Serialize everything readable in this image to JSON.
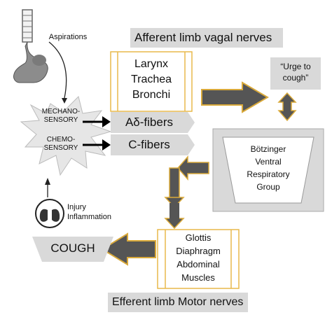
{
  "sources": {
    "aspirations": "Aspirations",
    "injury": "Injury",
    "inflammation": "Inflammation"
  },
  "receptors": {
    "mechano_line1": "MECHANO-",
    "mechano_line2": "SENSORY",
    "chemo_line1": "CHEMO-",
    "chemo_line2": "SENSORY"
  },
  "afferent": {
    "title": "Afferent limb vagal nerves",
    "organs": [
      "Larynx",
      "Trachea",
      "Bronchi"
    ],
    "fiber_a": "Aδ-fibers",
    "fiber_c": "C-fibers"
  },
  "urge": {
    "line1": "“Urge to",
    "line2": "cough”"
  },
  "center": {
    "lines": [
      "Bötzinger",
      "Ventral",
      "Respiratory",
      "Group"
    ]
  },
  "efferent": {
    "muscles": [
      "Glottis",
      "Diaphragm",
      "Abdominal",
      "Muscles"
    ],
    "title": "Efferent limb Motor nerves"
  },
  "output": {
    "label": "COUGH"
  },
  "colors": {
    "box_border": "#e8b94a",
    "gray_fill": "#d9d9d9",
    "arrow_fill": "#555555",
    "arrow_stroke": "#d9a93a"
  }
}
